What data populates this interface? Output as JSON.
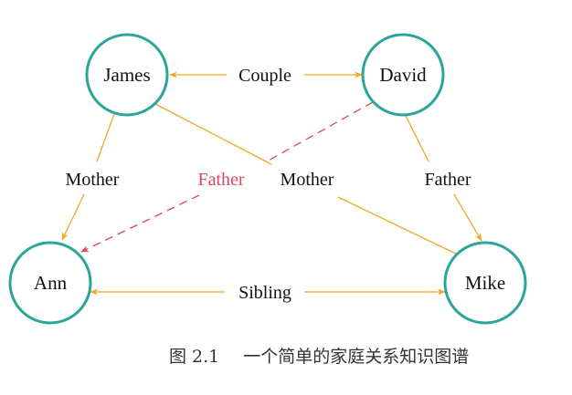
{
  "colors": {
    "node_stroke": "#2aa59a",
    "edge_solid": "#f0a81c",
    "edge_dashed": "#e0475e",
    "label_text": "#111111",
    "label_highlight": "#e0475e"
  },
  "nodes": {
    "james": {
      "label": "James"
    },
    "david": {
      "label": "David"
    },
    "ann": {
      "label": "Ann"
    },
    "mike": {
      "label": "Mike"
    }
  },
  "edges": {
    "couple": {
      "label": "Couple",
      "from": "James",
      "to": "David",
      "style": "solid",
      "bidirectional": true
    },
    "mother_ann": {
      "label": "Mother",
      "from": "James",
      "to": "Ann",
      "style": "solid"
    },
    "father_ann": {
      "label": "Father",
      "from": "David",
      "to": "Ann",
      "style": "dashed"
    },
    "mother_mike": {
      "label": "Mother",
      "from": "James",
      "to": "Mike",
      "style": "solid"
    },
    "father_mike": {
      "label": "Father",
      "from": "David",
      "to": "Mike",
      "style": "solid"
    },
    "sibling": {
      "label": "Sibling",
      "from": "Ann",
      "to": "Mike",
      "style": "solid",
      "bidirectional": true
    }
  },
  "caption": {
    "figure_number": "图 2.1",
    "text": "一个简单的家庭关系知识图谱"
  }
}
